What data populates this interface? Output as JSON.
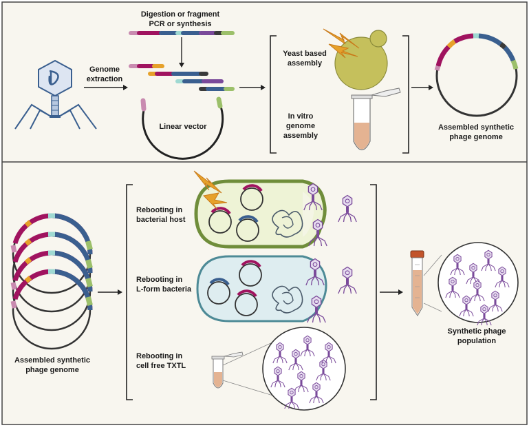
{
  "labels": {
    "digestion_line1": "Digestion or fragment",
    "digestion_line2": "PCR or synthesis",
    "genome_extraction_line1": "Genome",
    "genome_extraction_line2": "extraction",
    "linear_vector": "Linear vector",
    "yeast_line1": "Yeast based",
    "yeast_line2": "assembly",
    "invitro_line1": "In vitro",
    "invitro_line2": "genome",
    "invitro_line3": "assembly",
    "assembled_top_line1": "Assembled synthetic",
    "assembled_top_line2": "phage genome",
    "assembled_bottom_line1": "Assembled synthetic",
    "assembled_bottom_line2": "phage genome",
    "reboot_bacterial_line1": "Rebooting in",
    "reboot_bacterial_line2": "bacterial host",
    "reboot_lform_line1": "Rebooting in",
    "reboot_lform_line2": "L-form bacteria",
    "reboot_txtl_line1": "Rebooting in",
    "reboot_txtl_line2": "cell free TXTL",
    "population_line1": "Synthetic phage",
    "population_line2": "population"
  },
  "colors": {
    "background": "#f8f6ef",
    "magenta": "#a0135f",
    "blue": "#3a5f8f",
    "teal": "#9fd9d2",
    "orange": "#e6a12a",
    "pink": "#c98bb0",
    "green": "#9cc06a",
    "dark": "#3a3a3a",
    "purple": "#7a4a9a",
    "yeast": "#c5c05c",
    "tube_fill": "#e4b392",
    "bacterial_wall": "#6f8d3a",
    "lform_wall": "#4d8a96"
  },
  "icons": [
    "phage-icon",
    "yeast-cell-icon",
    "lightning-icon",
    "tube-icon",
    "falcon-tube-icon",
    "bacterium-icon",
    "lform-cell-icon",
    "phage-population-icon"
  ]
}
